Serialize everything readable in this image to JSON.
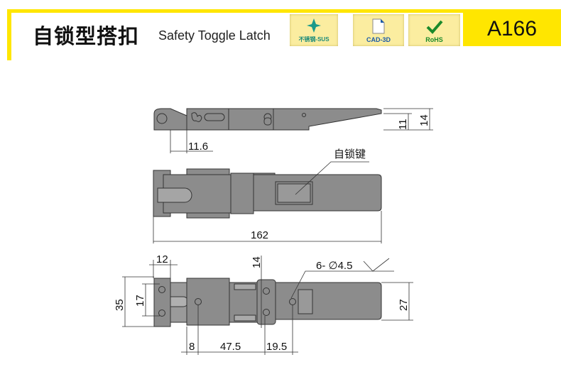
{
  "header": {
    "title_cn": "自锁型搭扣",
    "title_en": "Safety Toggle Latch",
    "badges": [
      {
        "label": "不锈钢-SUS",
        "icon": "sparkle-icon",
        "color": "#1a9a8a"
      },
      {
        "label": "CAD-3D",
        "icon": "document-icon",
        "color": "#1a5aa8"
      },
      {
        "label": "RoHS",
        "icon": "checkmark-icon",
        "color": "#1a8a2a"
      }
    ],
    "model_code": "A166"
  },
  "drawing": {
    "side_view": {
      "dim_offset": "11.6",
      "dim_height_inner": "11",
      "dim_height_total": "14"
    },
    "top_view": {
      "callout": "自锁键",
      "dim_length": "162"
    },
    "bottom_view": {
      "dim_hinge_width": "12",
      "dim_hinge_height": "35",
      "dim_hole_spacing_hinge": "17",
      "dim_hole_spacing_pivot": "14",
      "dim_lever_width": "27",
      "dim_a": "8",
      "dim_b": "47.5",
      "dim_c": "19.5",
      "hole_note": "6- ∅4.5"
    }
  },
  "colors": {
    "brand_yellow": "#ffe600",
    "part_gray": "#8c8c8c"
  }
}
